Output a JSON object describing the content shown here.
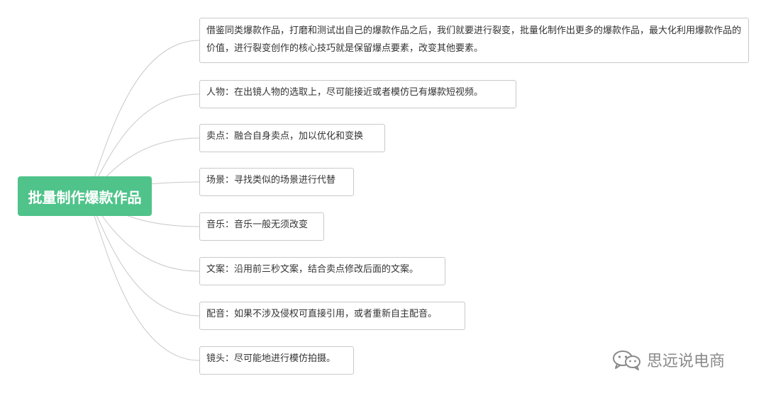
{
  "root": {
    "label": "批量制作爆款作品"
  },
  "branches": [
    {
      "text": "借鉴同类爆款作品，打磨和测试出自己的爆款作品之后，我们就要进行裂变，批量化制作出更多的爆款作品，最大化利用爆款作品的价值，进行裂变创作的核心技巧就是保留爆点要素，改变其他要素。"
    },
    {
      "text": "人物：在出镜人物的选取上，尽可能接近或者模仿已有爆款短视频。"
    },
    {
      "text": "卖点：融合自身卖点，加以优化和变换"
    },
    {
      "text": "场景：寻找类似的场景进行代替"
    },
    {
      "text": "音乐：音乐一般无须改变"
    },
    {
      "text": "文案：沿用前三秒文案，结合卖点修改后面的文案。"
    },
    {
      "text": "配音：如果不涉及侵权可直接引用，或者重新自主配音。"
    },
    {
      "text": "镜头：尽可能地进行模仿拍摄。"
    }
  ],
  "watermark": {
    "text": "思远说电商",
    "icon": "wechat-icon"
  },
  "colors": {
    "root_fill": "#4fc38a",
    "connector": "#c8c8c8",
    "box_border": "#c9c9c9"
  }
}
